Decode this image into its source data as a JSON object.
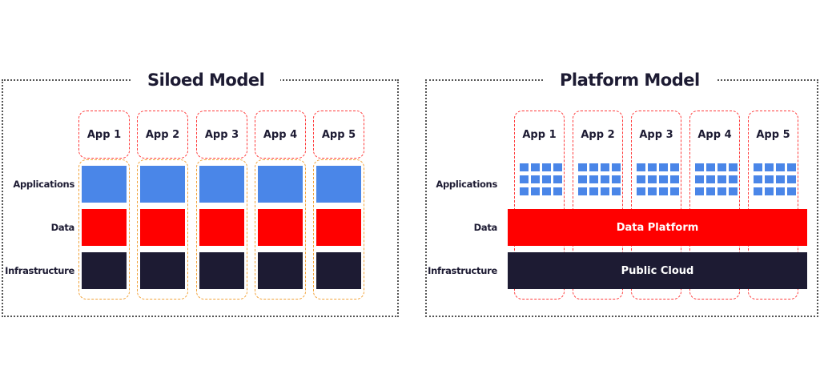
{
  "siloed": {
    "title": "Siloed Model",
    "apps": [
      "App 1",
      "App 2",
      "App 3",
      "App 4",
      "App 5"
    ],
    "rows": {
      "applications": "Applications",
      "data": "Data",
      "infrastructure": "Infrastructure"
    }
  },
  "platform": {
    "title": "Platform Model",
    "apps": [
      "App 1",
      "App 2",
      "App 3",
      "App 4",
      "App 5"
    ],
    "rows": {
      "applications": "Applications",
      "data": "Data",
      "infrastructure": "Infrastructure"
    },
    "data_bar": "Data Platform",
    "infra_bar": "Public Cloud"
  },
  "colors": {
    "application": "#4a86e8",
    "data": "#ff0000",
    "infrastructure": "#1d1b33",
    "app_border": "#ff3b3b",
    "stack_border": "#f2a33a"
  }
}
